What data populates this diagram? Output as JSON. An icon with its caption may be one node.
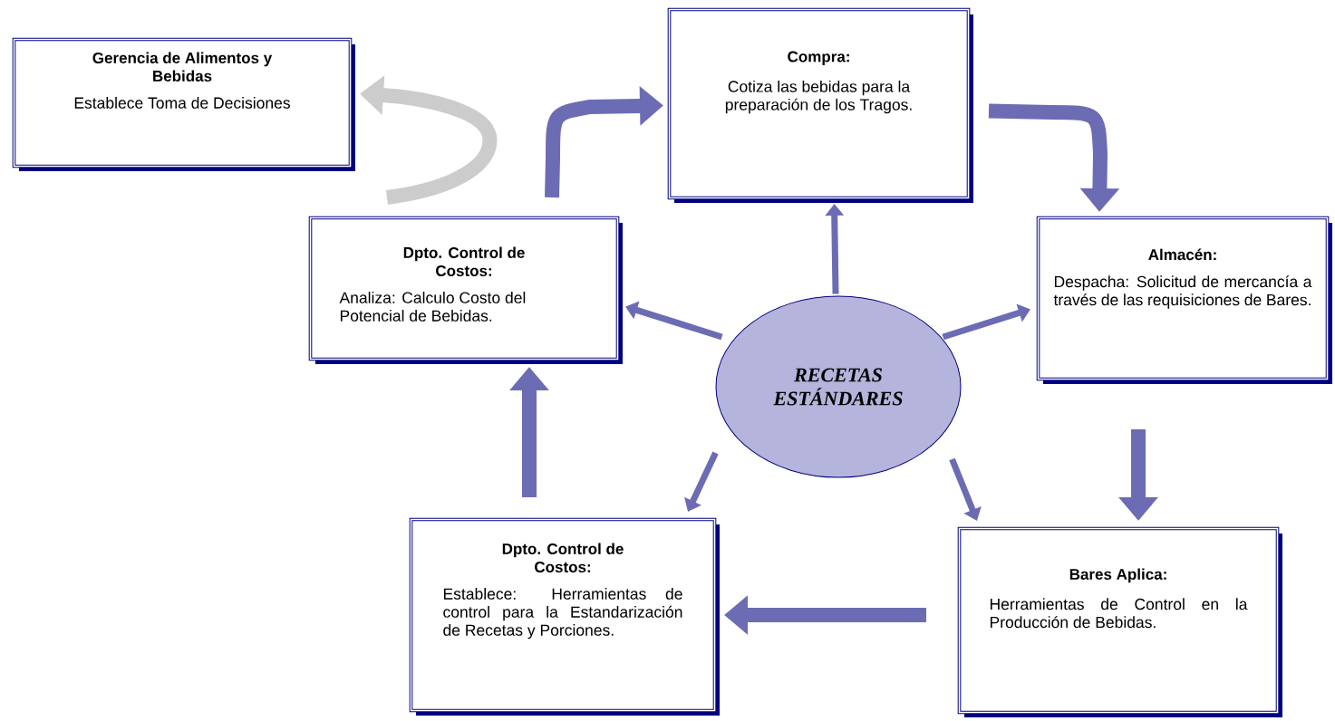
{
  "diagram": {
    "nodes": [
      {
        "text": [
          "Gerencia de Alimentos y Bebidas",
          "Establece Toma de Decisiones"
        ]
      },
      {
        "text": [
          "Compra:",
          "Cotiza las bebidas para la preparación de los Tragos."
        ]
      },
      {
        "text": [
          "Almacén:",
          "Despacha: Solicitud de mercancía a través de las requisiciones de Bares."
        ]
      },
      {
        "text": [
          "Bares Aplica:",
          "Herramientas de Control en la Producción de Bebidas."
        ]
      },
      {
        "text": [
          "Dpto. Control de Costos:",
          "Establece: Herramientas de control para la Estandarización de Recetas y Porciones."
        ]
      },
      {
        "text": [
          "Dpto. Control de Costos:",
          "Analiza: Calculo Costo del Potencial de Bebidas."
        ]
      },
      {
        "text": [
          "RECETAS ESTÁNDARES"
        ]
      }
    ],
    "edges": [
      {
        "from": 5,
        "to": 1,
        "arrow": "to"
      },
      {
        "from": 1,
        "to": 2,
        "arrow": "to"
      },
      {
        "from": 2,
        "to": 3,
        "arrow": "to"
      },
      {
        "from": 3,
        "to": 4,
        "arrow": "to"
      },
      {
        "from": 4,
        "to": 5,
        "arrow": "to"
      },
      {
        "from": 5,
        "to": 0,
        "arrow": "to",
        "color": "#cccccc"
      },
      {
        "from": 6,
        "to": 1,
        "arrow": "to"
      },
      {
        "from": 6,
        "to": 2,
        "arrow": "to"
      },
      {
        "from": 6,
        "to": 3,
        "arrow": "to"
      },
      {
        "from": 6,
        "to": 4,
        "arrow": "to"
      },
      {
        "from": 6,
        "to": 5,
        "arrow": "to"
      }
    ]
  }
}
